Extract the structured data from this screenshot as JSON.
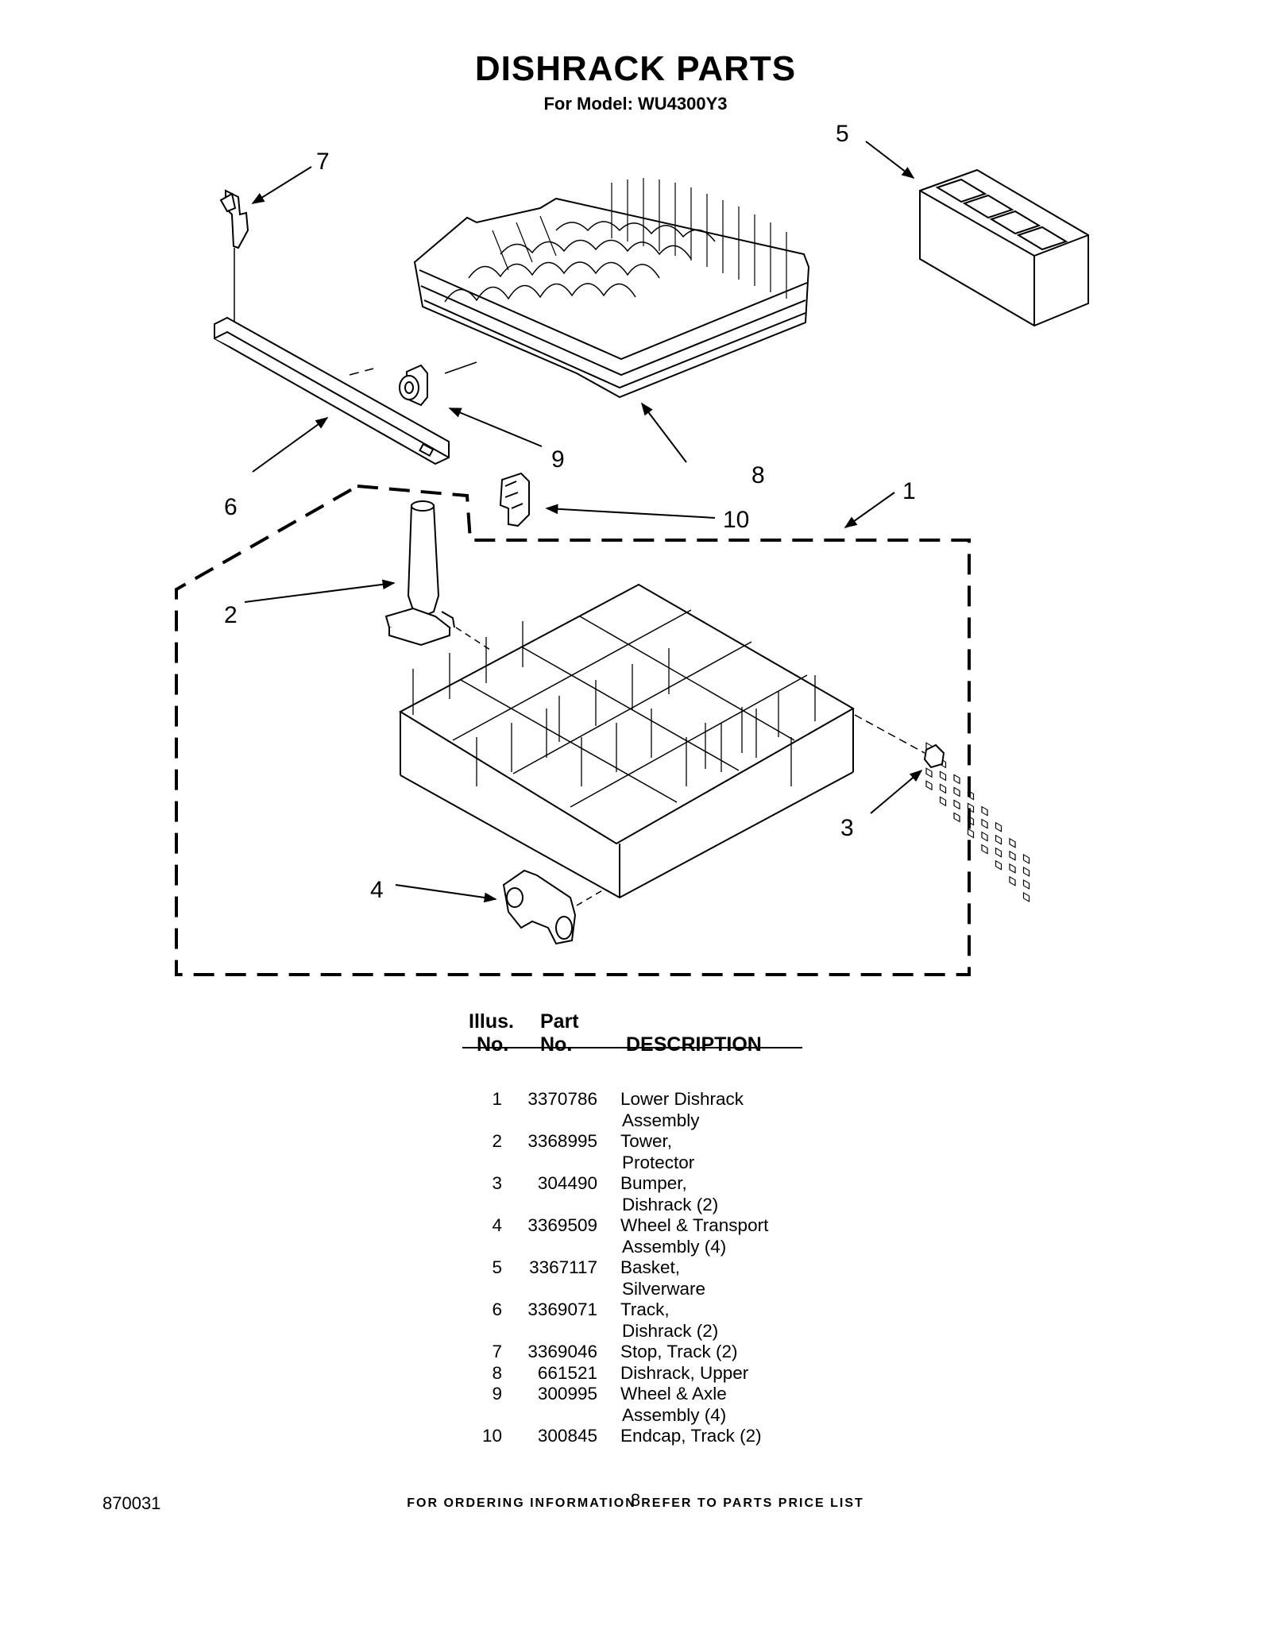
{
  "title": "DISHRACK PARTS",
  "subtitle": "For Model: WU4300Y3",
  "callouts": [
    "1",
    "2",
    "3",
    "4",
    "5",
    "6",
    "7",
    "8",
    "9",
    "10"
  ],
  "table": {
    "header_illus_1": "Illus.",
    "header_illus_2": "No.",
    "header_part_1": "Part",
    "header_part_2": "No.",
    "header_desc": "DESCRIPTION",
    "rows": [
      {
        "illus": "1",
        "part": "3370786",
        "desc": [
          "Lower Dishrack",
          "Assembly"
        ]
      },
      {
        "illus": "2",
        "part": "3368995",
        "desc": [
          "Tower,",
          "Protector"
        ]
      },
      {
        "illus": "3",
        "part": "304490",
        "desc": [
          "Bumper,",
          "Dishrack (2)"
        ]
      },
      {
        "illus": "4",
        "part": "3369509",
        "desc": [
          "Wheel & Transport",
          "Assembly (4)"
        ]
      },
      {
        "illus": "5",
        "part": "3367117",
        "desc": [
          "Basket,",
          "Silverware"
        ]
      },
      {
        "illus": "6",
        "part": "3369071",
        "desc": [
          "Track,",
          "Dishrack (2)"
        ]
      },
      {
        "illus": "7",
        "part": "3369046",
        "desc": [
          "Stop, Track (2)"
        ]
      },
      {
        "illus": "8",
        "part": "661521",
        "desc": [
          "Dishrack, Upper"
        ]
      },
      {
        "illus": "9",
        "part": "300995",
        "desc": [
          "Wheel & Axle",
          "Assembly (4)"
        ]
      },
      {
        "illus": "10",
        "part": "300845",
        "desc": [
          "Endcap, Track (2)"
        ]
      }
    ]
  },
  "footer": {
    "ordering_note": "FOR ORDERING INFORMATION REFER TO PARTS PRICE LIST",
    "doc_number": "870031",
    "page_number": "8"
  }
}
